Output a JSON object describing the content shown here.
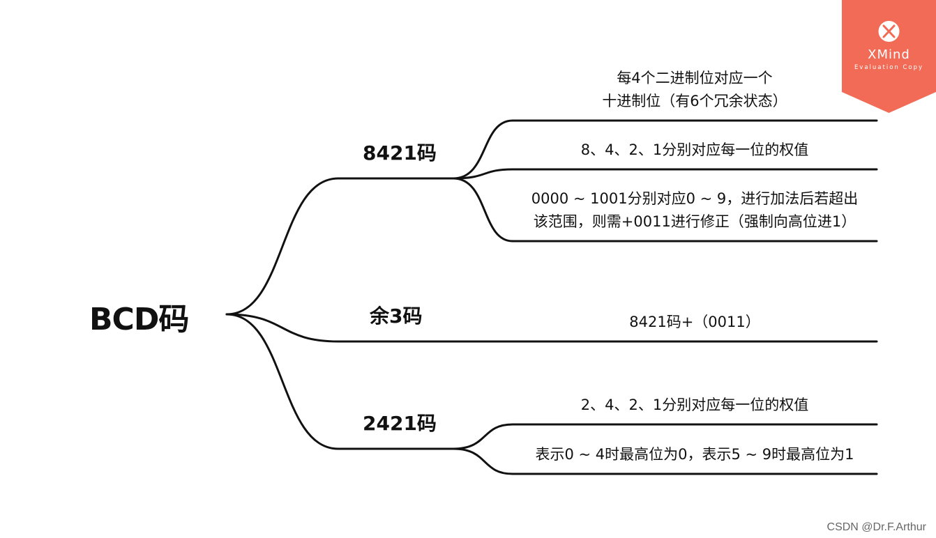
{
  "mindmap": {
    "root": {
      "label": "BCD码"
    },
    "branches": [
      {
        "label": "8421码",
        "leaves": [
          {
            "lines": [
              "每4个二进制位对应一个",
              "十进制位（有6个冗余状态）"
            ]
          },
          {
            "lines": [
              "8、4、2、1分别对应每一位的权值"
            ]
          },
          {
            "lines": [
              "0000 ~ 1001分别对应0 ~ 9，进行加法后若超出",
              "该范围，则需+0011进行修正（强制向高位进1）"
            ]
          }
        ]
      },
      {
        "label": "余3码",
        "leaves": [
          {
            "lines": [
              "8421码+（0011）"
            ]
          }
        ]
      },
      {
        "label": "2421码",
        "leaves": [
          {
            "lines": [
              "2、4、2、1分别对应每一位的权值"
            ]
          },
          {
            "lines": [
              "表示0 ~ 4时最高位为0，表示5 ~ 9时最高位为1"
            ]
          }
        ]
      }
    ],
    "line_color": "#111111"
  },
  "watermark": {
    "brand": "XMind",
    "subtitle": "Evaluation Copy",
    "icon": "xmind-logo-icon",
    "color": "#F26B57"
  },
  "credit": "CSDN @Dr.F.Arthur"
}
